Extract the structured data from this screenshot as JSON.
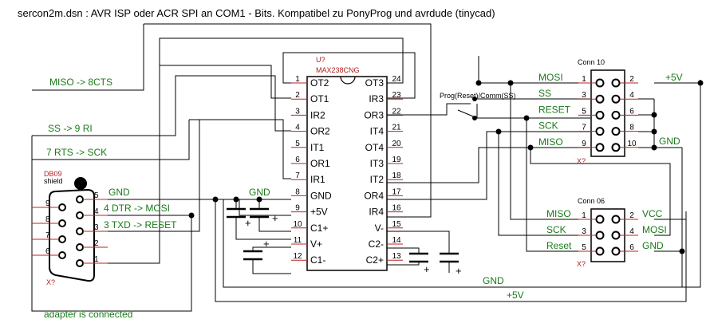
{
  "title": "sercon2m.dsn : AVR ISP oder ACR SPI an COM1 - Bits. Kompatibel zu PonyProg und avrdude (tinycad)",
  "ic": {
    "ref": "U?",
    "part": "MAX238CNG",
    "left_pins": [
      {
        "num": "1",
        "name": "OT2"
      },
      {
        "num": "2",
        "name": "OT1"
      },
      {
        "num": "3",
        "name": "IR2"
      },
      {
        "num": "4",
        "name": "OR2"
      },
      {
        "num": "5",
        "name": "IT1"
      },
      {
        "num": "6",
        "name": "OR1"
      },
      {
        "num": "7",
        "name": "IR1"
      },
      {
        "num": "8",
        "name": "GND"
      },
      {
        "num": "9",
        "name": "+5V"
      },
      {
        "num": "10",
        "name": "C1+"
      },
      {
        "num": "11",
        "name": "V+"
      },
      {
        "num": "12",
        "name": "C1-"
      }
    ],
    "right_pins": [
      {
        "num": "24",
        "name": "OT3"
      },
      {
        "num": "23",
        "name": "IR3"
      },
      {
        "num": "22",
        "name": "OR3"
      },
      {
        "num": "21",
        "name": "IT4"
      },
      {
        "num": "20",
        "name": "OT4"
      },
      {
        "num": "19",
        "name": "IT3"
      },
      {
        "num": "18",
        "name": "IT2"
      },
      {
        "num": "17",
        "name": "OR4"
      },
      {
        "num": "16",
        "name": "IR4"
      },
      {
        "num": "15",
        "name": "V-"
      },
      {
        "num": "14",
        "name": "C2-"
      },
      {
        "num": "13",
        "name": "C2+"
      }
    ]
  },
  "db9": {
    "ref_line1": "DB09",
    "ref_line2": "shield",
    "ref_bottom": "X?",
    "pins_left": [
      "9",
      "8",
      "7",
      "6"
    ],
    "pins_right": [
      "5",
      "4",
      "3",
      "2",
      "1"
    ]
  },
  "conn10": {
    "title": "Conn 10",
    "ref": "X?",
    "left_nums": [
      "1",
      "3",
      "5",
      "7",
      "9"
    ],
    "right_nums": [
      "2",
      "4",
      "6",
      "8",
      "10"
    ],
    "left_labels": [
      "MOSI",
      "SS",
      "RESET",
      "SCK",
      "MISO"
    ],
    "right_labels": [
      "+5V",
      "GND"
    ]
  },
  "conn06": {
    "title": "Conn 06",
    "ref": "X?",
    "left_nums": [
      "1",
      "3",
      "5"
    ],
    "right_nums": [
      "2",
      "4",
      "6"
    ],
    "left_labels": [
      "MISO",
      "SCK",
      "Reset"
    ],
    "right_labels": [
      "VCC",
      "MOSI",
      "GND"
    ]
  },
  "nets": {
    "miso_cts": "MISO -> 8CTS",
    "ss_ri": "SS -> 9 RI",
    "rts_sck": "7 RTS -> SCK",
    "dtr_mosi": "4 DTR -> MOSI",
    "txd_reset": "3 TXD -> RESET",
    "gnd_db9": "GND",
    "gnd_ic": "GND",
    "gnd_bottom": "GND",
    "vcc_bottom": "+5V",
    "adapter": "adapter is connected",
    "switch": "Prog(Reset)/Comm(SS)"
  },
  "colors": {
    "wire": "#000000",
    "pin_stub": "#c02020",
    "net_label": "#1a7a1a",
    "ref_label": "#b02020",
    "ic_fill": "#ffffff"
  }
}
